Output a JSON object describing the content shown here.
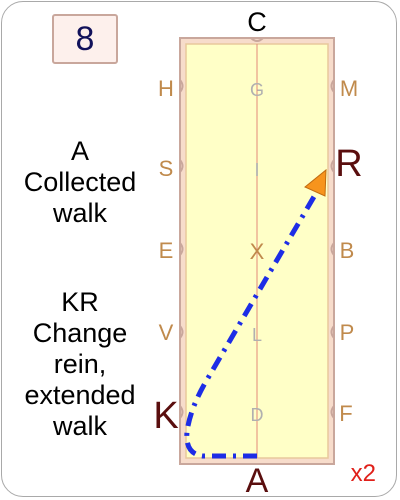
{
  "test_number": "8",
  "repeat_badge": "x2",
  "movements": [
    {
      "lines": [
        "A",
        "Collected",
        "walk"
      ]
    },
    {
      "lines": [
        "KR",
        "Change",
        "rein,",
        "extended",
        "walk"
      ]
    }
  ],
  "arena_letters": {
    "left": [
      "H",
      "S",
      "E",
      "V",
      "K"
    ],
    "right": [
      "M",
      "R",
      "B",
      "P",
      "F"
    ],
    "centre": [
      "G",
      "I",
      "X",
      "L",
      "D"
    ],
    "top": "C",
    "bottom": "A"
  },
  "colors": {
    "arena_fill": "#ffffc7",
    "arena_border": "#c9a79c",
    "surround_fill": "#f7dccb",
    "letter_color": "#c08a4c",
    "centre_letter_color": "#b0b0b0",
    "highlight_letter_color": "#5a0e0e",
    "path_color": "#1d2de6",
    "arrow_color": "#f7941d",
    "badge_color": "#e0201a"
  },
  "path": {
    "style": "dashed",
    "from": "A",
    "via": "K",
    "to": "R",
    "icon": "arrow-head-icon"
  }
}
